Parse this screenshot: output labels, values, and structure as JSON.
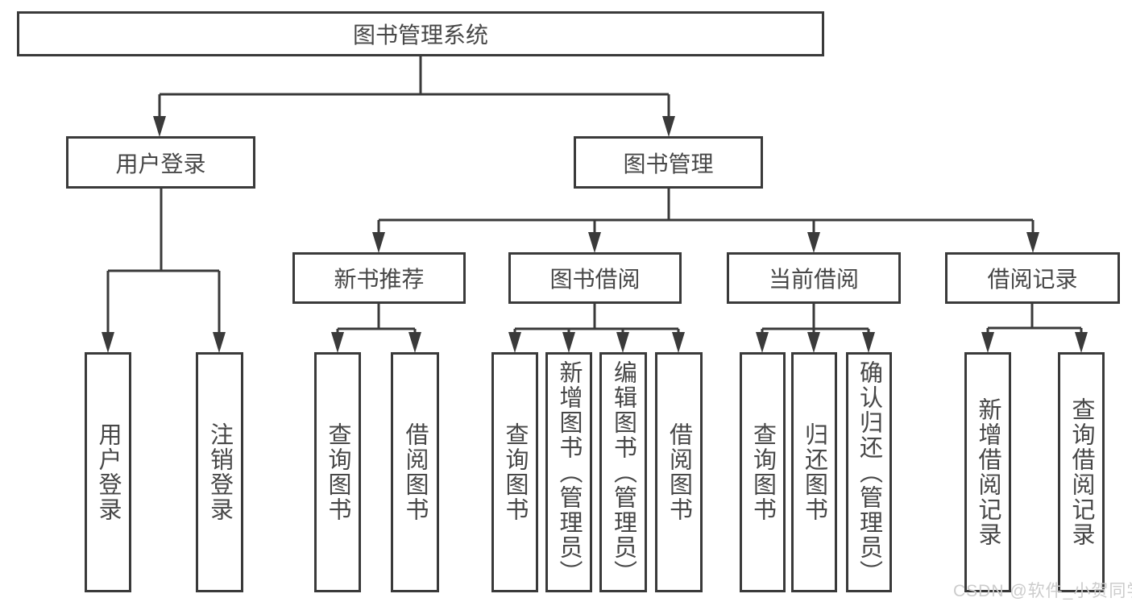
{
  "root": {
    "label": "图书管理系统"
  },
  "user_login": {
    "label": "用户登录",
    "children": [
      "用户登录",
      "注销登录"
    ]
  },
  "book_mgmt": {
    "label": "图书管理",
    "children": [
      {
        "label": "新书推荐",
        "children": [
          "查询图书",
          "借阅图书"
        ]
      },
      {
        "label": "图书借阅",
        "children": [
          "查询图书",
          "新增图书（管理员）",
          "编辑图书（管理员）",
          "借阅图书"
        ]
      },
      {
        "label": "当前借阅",
        "children": [
          "查询图书",
          "归还图书",
          "确认归还（管理员）"
        ]
      },
      {
        "label": "借阅记录",
        "children": [
          "新增借阅记录",
          "查询借阅记录"
        ]
      }
    ]
  },
  "watermark": "CSDN @软件_小贺同学",
  "colors": {
    "line": "#3a3a3a",
    "text": "#474747",
    "watermark": "#cccccc"
  }
}
